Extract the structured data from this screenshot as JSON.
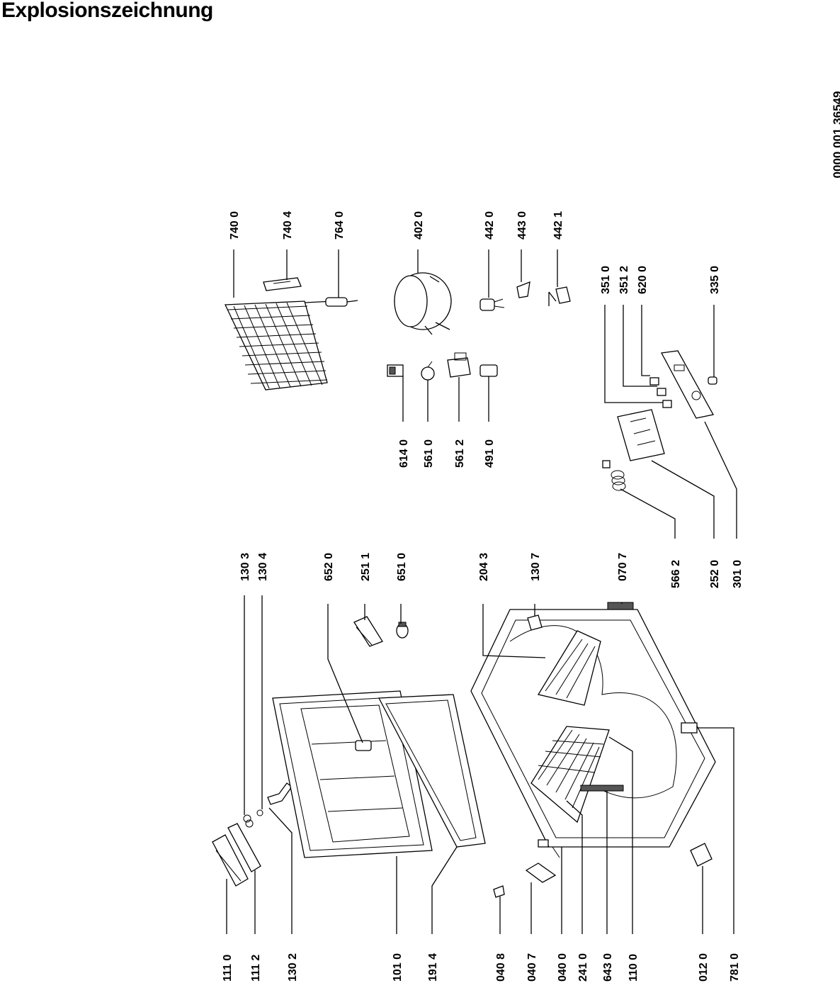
{
  "title": "Explosionszeichnung",
  "document_number": "0000 001 36549",
  "callouts": [
    {
      "id": "c-740-0",
      "label": "740 0",
      "part": "condenser"
    },
    {
      "id": "c-740-4",
      "label": "740 4",
      "part": "condenser-bracket"
    },
    {
      "id": "c-764-0",
      "label": "764 0",
      "part": "dryer-filter"
    },
    {
      "id": "c-402-0",
      "label": "402 0",
      "part": "compressor"
    },
    {
      "id": "c-442-0",
      "label": "442 0",
      "part": "compressor-relay"
    },
    {
      "id": "c-443-0",
      "label": "443 0",
      "part": "overload-protector"
    },
    {
      "id": "c-442-1",
      "label": "442 1",
      "part": "relay-bracket"
    },
    {
      "id": "c-351-0",
      "label": "351 0",
      "part": "switch"
    },
    {
      "id": "c-351-2",
      "label": "351 2",
      "part": "switch"
    },
    {
      "id": "c-620-0",
      "label": "620 0",
      "part": "indicator-lamp"
    },
    {
      "id": "c-335-0",
      "label": "335 0",
      "part": "control-knob"
    },
    {
      "id": "c-614-0",
      "label": "614 0",
      "part": "connector"
    },
    {
      "id": "c-561-0",
      "label": "561 0",
      "part": "lamp"
    },
    {
      "id": "c-561-2",
      "label": "561 2",
      "part": "lamp-holder"
    },
    {
      "id": "c-491-0",
      "label": "491 0",
      "part": "cover"
    },
    {
      "id": "c-566-2",
      "label": "566 2",
      "part": "thermostat-capillary"
    },
    {
      "id": "c-252-0",
      "label": "252 0",
      "part": "thermostat"
    },
    {
      "id": "c-301-0",
      "label": "301 0",
      "part": "control-panel"
    },
    {
      "id": "c-130-3",
      "label": "130 3",
      "part": "spring"
    },
    {
      "id": "c-130-4",
      "label": "130 4",
      "part": "washer"
    },
    {
      "id": "c-652-0",
      "label": "652 0",
      "part": "lid-inner-panel"
    },
    {
      "id": "c-251-1",
      "label": "251 1",
      "part": "light-cover"
    },
    {
      "id": "c-651-0",
      "label": "651 0",
      "part": "bulb"
    },
    {
      "id": "c-204-3",
      "label": "204 3",
      "part": "divider"
    },
    {
      "id": "c-130-7",
      "label": "130 7",
      "part": "hinge-part"
    },
    {
      "id": "c-070-7",
      "label": "070 7",
      "part": "vent-grille"
    },
    {
      "id": "c-111-0",
      "label": "111 0",
      "part": "handle"
    },
    {
      "id": "c-111-2",
      "label": "111 2",
      "part": "handle-base"
    },
    {
      "id": "c-130-2",
      "label": "130 2",
      "part": "hinge"
    },
    {
      "id": "c-101-0",
      "label": "101 0",
      "part": "lid"
    },
    {
      "id": "c-191-4",
      "label": "191 4",
      "part": "lid-gasket"
    },
    {
      "id": "c-040-8",
      "label": "040 8",
      "part": "clip"
    },
    {
      "id": "c-040-7",
      "label": "040 7",
      "part": "drain-cover"
    },
    {
      "id": "c-040-0",
      "label": "040 0",
      "part": "drain-plug"
    },
    {
      "id": "c-241-0",
      "label": "241 0",
      "part": "basket"
    },
    {
      "id": "c-643-0",
      "label": "643 0",
      "part": "lock-strip"
    },
    {
      "id": "c-110-0",
      "label": "110 0",
      "part": "cabinet"
    },
    {
      "id": "c-012-0",
      "label": "012 0",
      "part": "foot"
    },
    {
      "id": "c-781-0",
      "label": "781 0",
      "part": "rating-plate"
    }
  ]
}
